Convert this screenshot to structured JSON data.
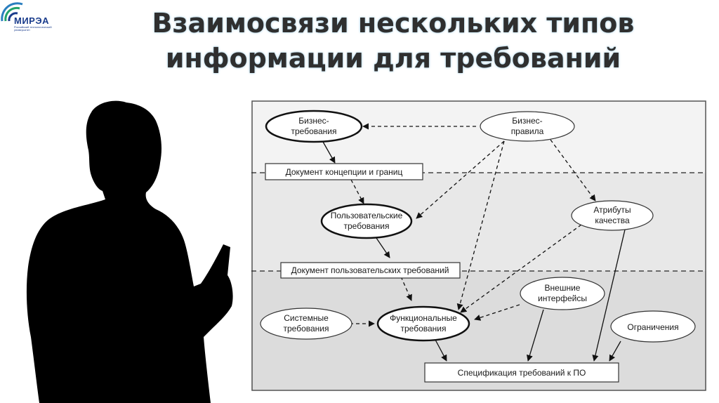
{
  "logo": {
    "name": "МИРЭА",
    "sub": "Российский технологический университет"
  },
  "title": {
    "line1": "Взаимосвязи нескольких типов",
    "line2": "информации для требований"
  },
  "diagram": {
    "business_requirements": [
      "Бизнес-",
      "требования"
    ],
    "business_rules": [
      "Бизнес-",
      "правила"
    ],
    "vision_scope_doc": "Документ концепции и границ",
    "user_requirements": [
      "Пользовательские",
      "требования"
    ],
    "quality_attributes": [
      "Атрибуты",
      "качества"
    ],
    "user_req_doc": "Документ пользовательских требований",
    "external_interfaces": [
      "Внешние",
      "интерфейсы"
    ],
    "system_requirements": [
      "Системные",
      "требования"
    ],
    "functional_requirements": [
      "Функциональные",
      "требования"
    ],
    "constraints": "Ограничения",
    "srs": "Спецификация требований к ПО"
  }
}
